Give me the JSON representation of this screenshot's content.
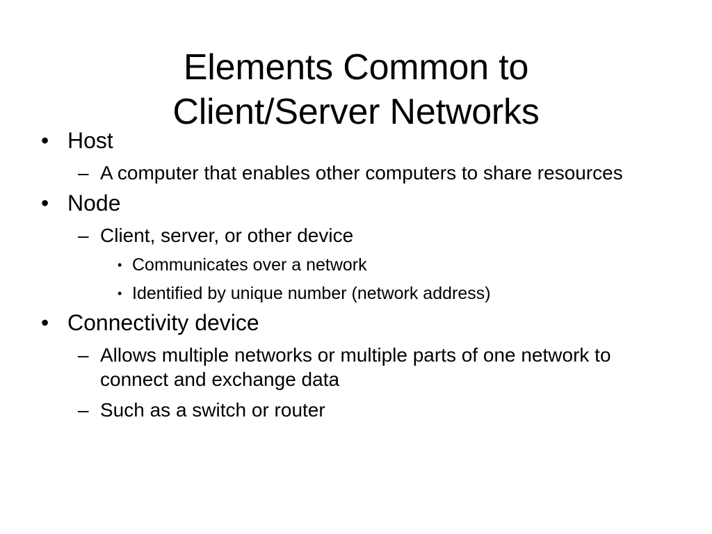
{
  "slide": {
    "background_color": "#ffffff",
    "text_color": "#000000",
    "title": {
      "line1": "Elements Common to",
      "line2": "Client/Server Networks"
    },
    "markers": {
      "level1": "•",
      "level2": "–",
      "level3": "•"
    },
    "bullets": [
      {
        "level": 1,
        "text": "Host"
      },
      {
        "level": 2,
        "text": "A computer that enables other computers to share resources"
      },
      {
        "level": 1,
        "text": "Node"
      },
      {
        "level": 2,
        "text": "Client, server, or other device"
      },
      {
        "level": 3,
        "text": "Communicates over a network"
      },
      {
        "level": 3,
        "text": "Identified by unique number (network address)"
      },
      {
        "level": 1,
        "text": "Connectivity device"
      },
      {
        "level": 2,
        "text": "Allows multiple networks or multiple parts of one network to connect and exchange data"
      },
      {
        "level": 2,
        "text": "Such as a switch or router"
      }
    ]
  }
}
